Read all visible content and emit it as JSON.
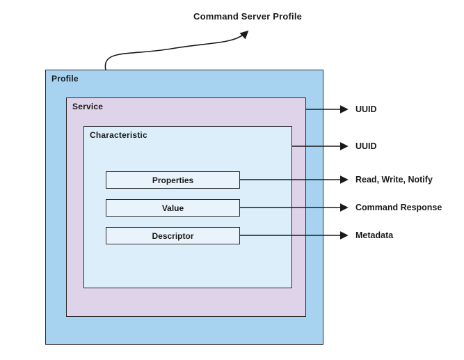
{
  "diagram": {
    "title": "Command Server Profile",
    "profile_label": "Profile",
    "service_label": "Service",
    "characteristic_label": "Characteristic",
    "inner_boxes": [
      {
        "label": "Properties"
      },
      {
        "label": "Value"
      },
      {
        "label": "Descriptor"
      }
    ],
    "right_annotations": [
      {
        "label": "UUID",
        "points_to": "service"
      },
      {
        "label": "UUID",
        "points_to": "characteristic"
      },
      {
        "label": "Read, Write, Notify",
        "points_to": "properties"
      },
      {
        "label": "Command Response",
        "points_to": "value"
      },
      {
        "label": "Metadata",
        "points_to": "descriptor"
      }
    ],
    "colors": {
      "profile_fill": "#a7d3f0",
      "service_fill": "#ded3e8",
      "characteristic_fill": "#dceefa",
      "inner_box_fill": "#e9f3fb",
      "border": "#2a2a2a",
      "arrow": "#1a1a1a",
      "text": "#1a1a1a"
    }
  }
}
